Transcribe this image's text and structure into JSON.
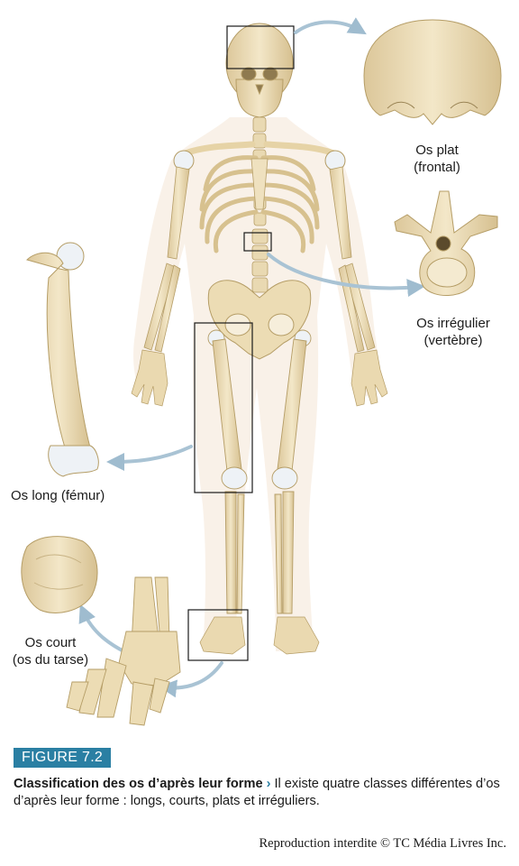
{
  "labels": {
    "flat": {
      "line1": "Os plat",
      "line2": "(frontal)"
    },
    "irregular": {
      "line1": "Os irrégulier",
      "line2": "(vertèbre)"
    },
    "long": {
      "line1": "Os long (fémur)"
    },
    "short": {
      "line1": "Os court",
      "line2": "(os du tarse)"
    }
  },
  "figure": {
    "badge": "FIGURE 7.2",
    "title": "Classification des os d’après leur forme",
    "arrow": "›",
    "text": "Il existe quatre classes différentes d’os d’après leur forme : longs, courts, plats et irréguliers."
  },
  "copyright": "Reproduction interdite © TC Média Livres Inc.",
  "colors": {
    "bone": "#efe1bf",
    "bone_shade": "#d9c596",
    "bone_outline": "#b59d66",
    "cartilage": "#eef2f6",
    "arrow": "#a9c3d4",
    "accent": "#2a7fa3"
  }
}
